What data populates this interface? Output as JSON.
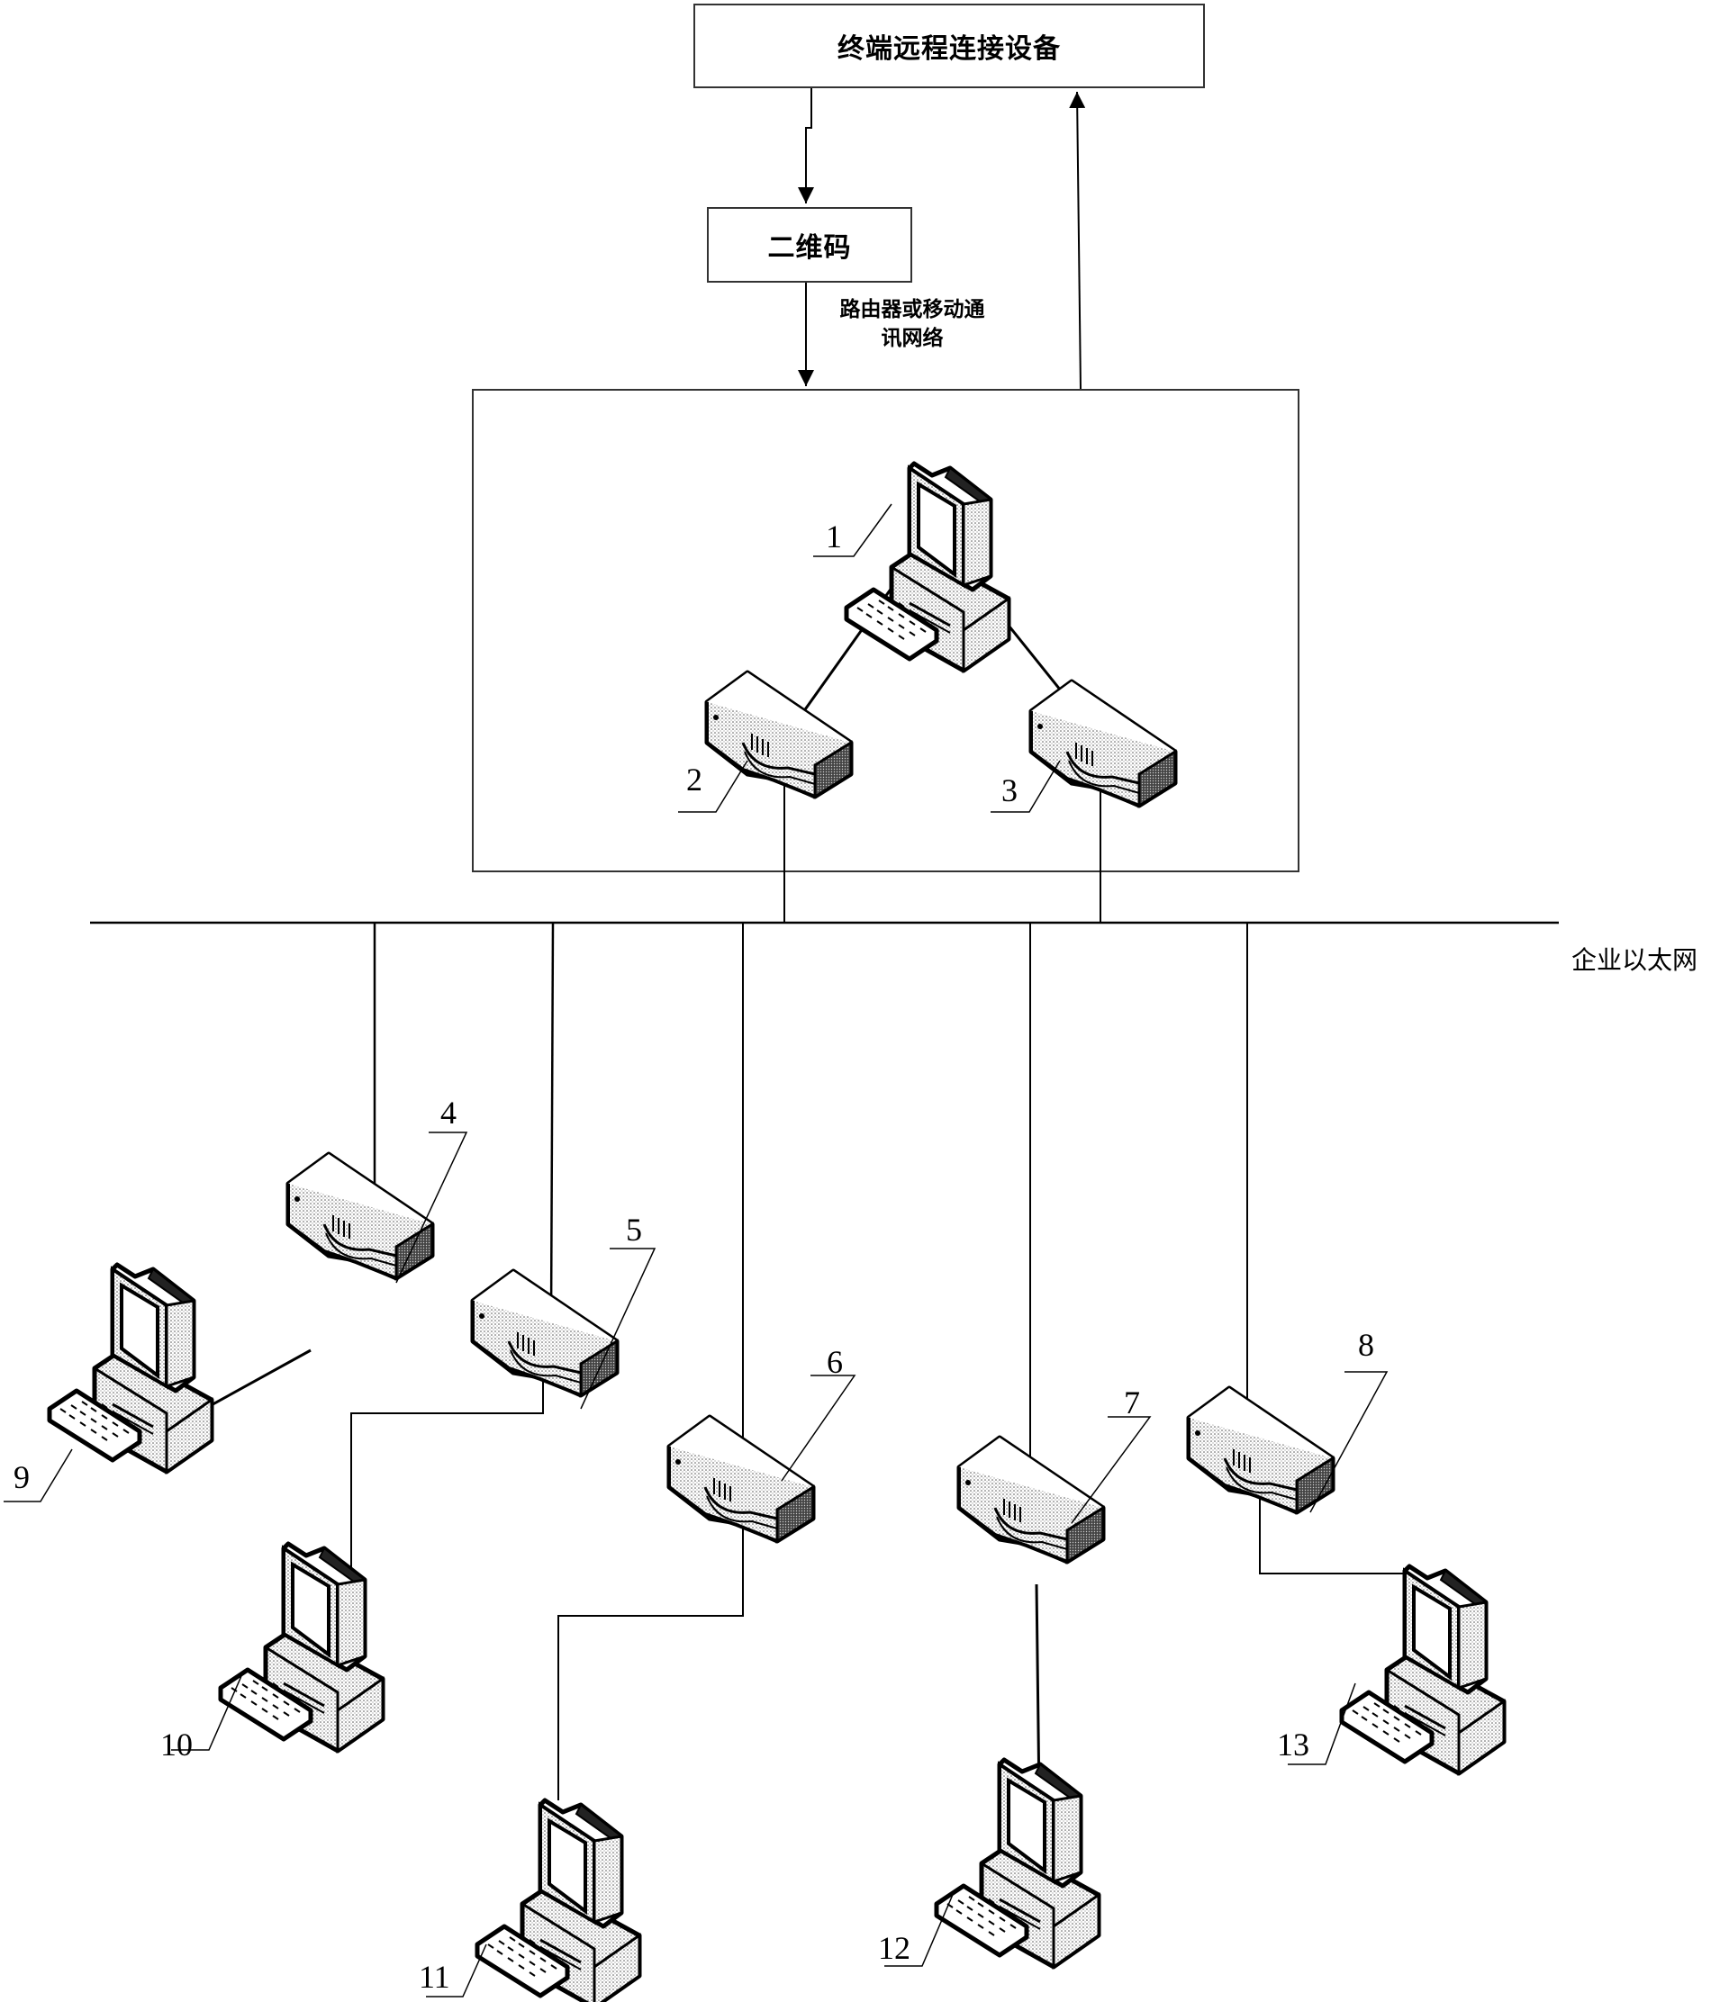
{
  "diagram": {
    "terminal_box": {
      "label": "终端远程连接设备"
    },
    "qr_box": {
      "label": "二维码"
    },
    "network_label": {
      "line1": "路由器或移动通",
      "line2": "讯网络"
    },
    "bus_label": "企业以太网",
    "nodes": [
      {
        "id": "1",
        "type": "computer",
        "role": "central-host"
      },
      {
        "id": "2",
        "type": "router",
        "connected_to": "1"
      },
      {
        "id": "3",
        "type": "router",
        "connected_to": "1"
      },
      {
        "id": "4",
        "type": "router",
        "connected_to": "bus"
      },
      {
        "id": "5",
        "type": "router",
        "connected_to": "bus"
      },
      {
        "id": "6",
        "type": "router",
        "connected_to": "bus"
      },
      {
        "id": "7",
        "type": "router",
        "connected_to": "bus"
      },
      {
        "id": "8",
        "type": "router",
        "connected_to": "bus"
      },
      {
        "id": "9",
        "type": "computer",
        "connected_to": "4"
      },
      {
        "id": "10",
        "type": "computer",
        "connected_to": "5"
      },
      {
        "id": "11",
        "type": "computer",
        "connected_to": "6"
      },
      {
        "id": "12",
        "type": "computer",
        "connected_to": "7"
      },
      {
        "id": "13",
        "type": "computer",
        "connected_to": "8"
      }
    ],
    "icons": {
      "computer": "desktop-computer-icon",
      "router": "router-icon"
    }
  }
}
